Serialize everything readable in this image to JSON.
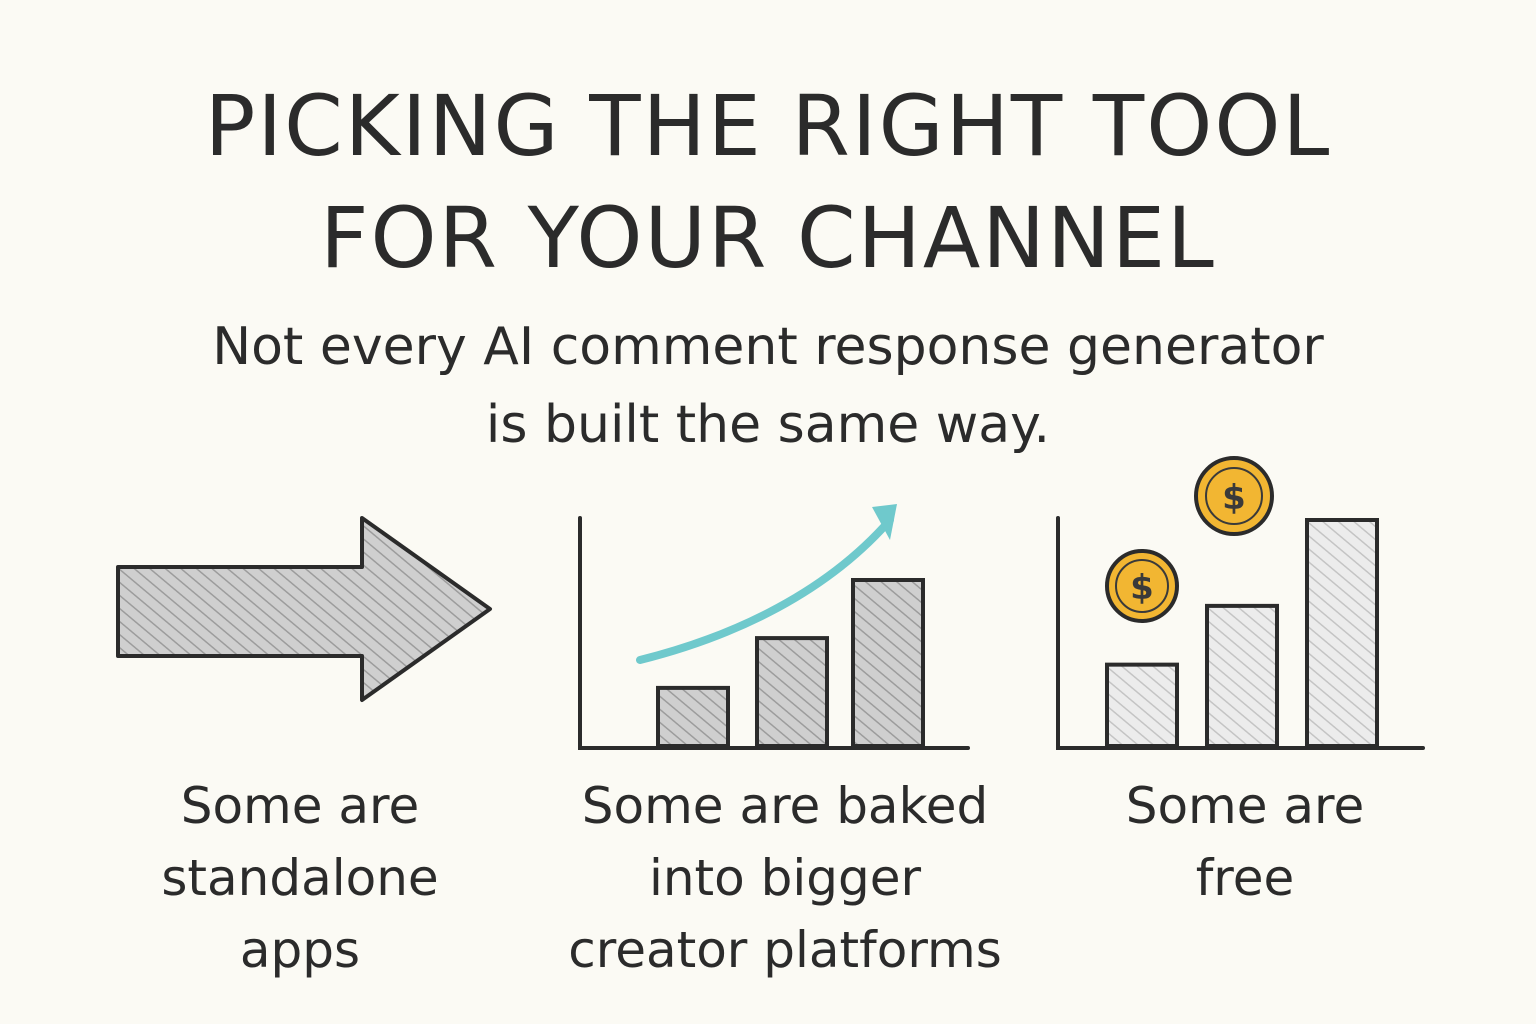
{
  "title": {
    "line1": "PICKING THE RIGHT TOOL",
    "line2": "FOR YOUR CHANNEL"
  },
  "subtitle": {
    "line1": "Not every AI comment response generator",
    "line2": "is built the same way."
  },
  "panels": [
    {
      "icon": "right-arrow-icon",
      "caption": [
        "Some are",
        "standalone",
        "apps"
      ]
    },
    {
      "icon": "rising-bar-chart-icon",
      "caption": [
        "Some are baked",
        "into bigger",
        "creator platforms"
      ],
      "bar_levels": [
        0.35,
        0.65,
        1.0
      ],
      "trend_color": "#6fc9cc"
    },
    {
      "icon": "bar-chart-with-coins-icon",
      "caption": [
        "Some are",
        "free"
      ],
      "bar_levels": [
        0.36,
        0.62,
        1.0
      ],
      "coin_symbol": "$",
      "coin_color": "#f2b632"
    }
  ],
  "colors": {
    "ink": "#2b2b2b",
    "pencil_fill": "#bdbdbd",
    "light_fill": "#e2e2e2",
    "paper": "#fbfaf4"
  }
}
